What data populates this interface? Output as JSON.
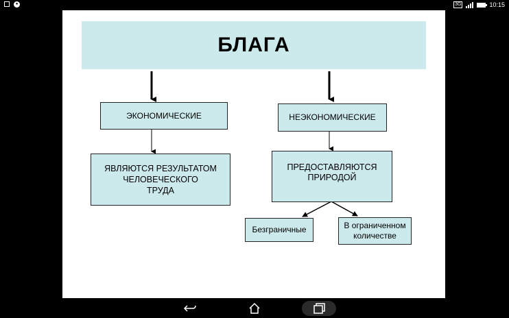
{
  "status_bar": {
    "time": "10:15",
    "network": "3G",
    "icons": [
      "notification-square-icon",
      "android-icon",
      "network-3g-icon",
      "signal-icon",
      "battery-icon"
    ]
  },
  "diagram": {
    "title": "БЛАГА",
    "economic": "ЭКОНОМИЧЕСКИЕ",
    "economic_desc": [
      "ЯВЛЯЮТСЯ РЕЗУЛЬТАТОМ",
      "ЧЕЛОВЕЧЕСКОГО",
      "ТРУДА"
    ],
    "non_economic": "НЕЭКОНОМИЧЕСКИЕ",
    "non_economic_desc": [
      "ПРЕДОСТАВЛЯЮТСЯ",
      "ПРИРОДОЙ"
    ],
    "unlimited": "Безграничные",
    "limited": [
      "В ограниченном",
      "количестве"
    ]
  },
  "nav_bar": {
    "buttons": [
      "back-icon",
      "home-icon",
      "recent-apps-icon"
    ]
  },
  "colors": {
    "box_fill": "#cce9ec",
    "slide_bg": "#ffffff",
    "frame": "#000000"
  }
}
